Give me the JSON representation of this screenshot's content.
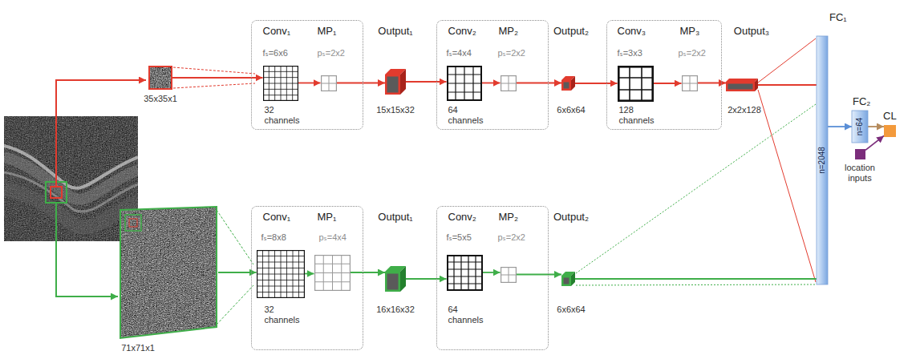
{
  "diagram": {
    "nodes": [
      {
        "text": [
          "35x35x1"
        ]
      },
      {
        "text": [
          "Conv₁",
          "MP₁"
        ]
      },
      {
        "text": [
          "fₛ=6x6",
          "32 channels"
        ],
        "in": 1
      },
      {
        "text": [
          "pₛ=2x2"
        ],
        "in": 1
      },
      {
        "text": [
          "Output₁",
          "15x15x32"
        ]
      },
      {
        "text": [
          "Conv₂",
          "MP₂"
        ]
      },
      {
        "text": [
          "fₛ=4x4",
          "64 channels"
        ],
        "in": 5
      },
      {
        "text": [
          "pₛ=2x2"
        ],
        "in": 5
      },
      {
        "text": [
          "Output₂",
          "6x6x64"
        ]
      },
      {
        "text": [
          "Conv₃",
          "MP₃"
        ]
      },
      {
        "text": [
          "fₛ=3x3",
          "128 channels"
        ],
        "in": 9
      },
      {
        "text": [
          "pₛ=2x2"
        ],
        "in": 9
      },
      {
        "text": [
          "Output₃",
          "2x2x128"
        ]
      },
      {
        "text": [
          "FC₁",
          "n=2048"
        ]
      },
      {
        "text": [
          "FC₂",
          "n=64"
        ]
      },
      {
        "text": [
          "CL"
        ]
      },
      {
        "text": [
          "location inputs"
        ]
      },
      {
        "text": [
          "71x71x1"
        ]
      },
      {
        "text": [
          "Conv₁",
          "MP₁"
        ]
      },
      {
        "text": [
          "fₛ=8x8",
          "32 channels"
        ],
        "in": 18
      },
      {
        "text": [
          "pₛ=4x4"
        ],
        "in": 18
      },
      {
        "text": [
          "Output₁",
          "16x16x32"
        ]
      },
      {
        "text": [
          "Conv₂",
          "MP₂"
        ]
      },
      {
        "text": [
          "fₛ=5x5",
          "64 channels"
        ],
        "in": 22
      },
      {
        "text": [
          "pₛ=2x2"
        ],
        "in": 22
      },
      {
        "text": [
          "Output₂",
          "6x6x64"
        ]
      }
    ],
    "edges": [
      {
        "from": 0,
        "to": 2,
        "arrow": "to"
      },
      {
        "from": 2,
        "to": 3,
        "arrow": "to"
      },
      {
        "from": 3,
        "to": 4,
        "arrow": "to"
      },
      {
        "from": 4,
        "to": 6,
        "arrow": "to"
      },
      {
        "from": 6,
        "to": 7,
        "arrow": "to"
      },
      {
        "from": 7,
        "to": 8,
        "arrow": "to"
      },
      {
        "from": 8,
        "to": 10,
        "arrow": "to"
      },
      {
        "from": 10,
        "to": 11,
        "arrow": "to"
      },
      {
        "from": 11,
        "to": 12,
        "arrow": "to"
      },
      {
        "from": 12,
        "to": 13,
        "arrow": "none"
      },
      {
        "from": 13,
        "to": 14,
        "arrow": "to"
      },
      {
        "from": 14,
        "to": 15,
        "arrow": "to"
      },
      {
        "from": 16,
        "to": 15,
        "arrow": "to"
      },
      {
        "from": 17,
        "to": 19,
        "arrow": "to"
      },
      {
        "from": 19,
        "to": 20,
        "arrow": "to"
      },
      {
        "from": 20,
        "to": 21,
        "arrow": "to"
      },
      {
        "from": 21,
        "to": 23,
        "arrow": "to"
      },
      {
        "from": 23,
        "to": 24,
        "arrow": "to"
      },
      {
        "from": 24,
        "to": 25,
        "arrow": "to"
      },
      {
        "from": 25,
        "to": 13,
        "arrow": "none"
      }
    ]
  }
}
